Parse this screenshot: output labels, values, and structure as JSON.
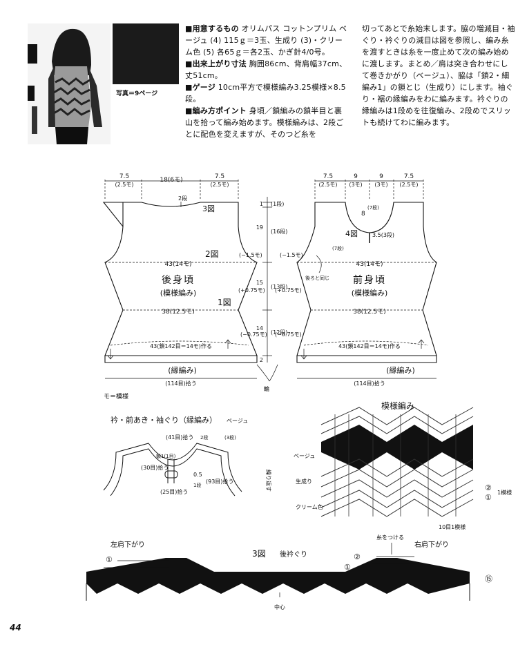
{
  "photo_caption": "写真＝9ページ",
  "text": {
    "materials_label": "■用意するもの",
    "materials_body": "オリムパス コットンプリム ベージュ (4) 115ｇ＝3玉、生成り (3)・クリーム色 (5) 各65ｇ＝各2玉、かぎ針4/0号。",
    "size_label": "■出来上がり寸法",
    "size_body": "胸囲86cm、背肩幅37cm、丈51cm。",
    "gauge_label": "■ゲージ",
    "gauge_body": "10cm平方で模様編み3.25模様×8.5段。",
    "points_label": "■編み方ポイント",
    "points_body_1": "身頃／鎖編みの鎖半目と裏山を拾って編み始めます。模様編みは、2段ごとに配色を変えますが、そのつど糸を",
    "points_body_2": "切ってあとで糸始末します。脇の増減目・袖ぐり・衿ぐりの減目は図を参照し、編み糸を渡すときは糸を一度止めて次の編み始めに渡します。まとめ／肩は突き合わせにして巻きかがり（ベージュ）、脇は「鎖2・細編み1」の鎖とじ（生成り）にします。袖ぐり・裾の縁編みをわに編みます。衿ぐりの縁編みは1段めを往復編み、2段めでスリットも続けてわに編みます。"
  },
  "back": {
    "title": "後身頃",
    "subtitle": "(模様編み)",
    "top_dims": [
      "7.5",
      "18(6モ)",
      "7.5"
    ],
    "top_mods": [
      "(2.5モ)",
      "(2.5モ)"
    ],
    "width_43": "43(14モ)",
    "width_38": "38(12.5モ)",
    "chain": "43(鎖142目＝14モ)作る",
    "pickup": "(114目)拾う",
    "border": "(縁編み)",
    "fig3": "3図",
    "fig2": "2図",
    "fig1": "1図",
    "minus15": "(−1.5モ)",
    "plus075": "(+0.75モ)",
    "minus075": "(−0.75モ)",
    "two_rows": "2段"
  },
  "front": {
    "title": "前身頃",
    "subtitle": "(模様編み)",
    "top_dims": [
      "7.5",
      "9",
      "9",
      "7.5"
    ],
    "top_mods": [
      "(2.5モ)",
      "(3モ)",
      "(3モ)",
      "(2.5モ)"
    ],
    "width_43": "43(14モ)",
    "width_38": "38(12.5モ)",
    "chain": "43(鎖142目＝14モ)作る",
    "pickup": "(114目)拾う",
    "border": "(縁編み)",
    "fig4": "4図",
    "same_as_back": "後ろと同じ",
    "minus15": "(−1.5モ)",
    "plus075": "(+0.75モ)",
    "minus075": "(−0.75モ)",
    "neck_depth": "8",
    "neck_rows": "(7段)",
    "slit": "3.5(3段)",
    "arm_rows": "(7段)"
  },
  "center_scale": {
    "v1": "1",
    "r1": "(1段)",
    "v19": "19",
    "r19": "(16段)",
    "v15": "15",
    "r15": "(13段)",
    "v14": "14",
    "r14": "(12段)",
    "v2": "2",
    "wa": "輪"
  },
  "legend_mo": "モ＝模様",
  "edging": {
    "title": "衿・前あき・袖ぐり（縁編み）",
    "color": "ベージュ",
    "pick41": "(41目)拾う",
    "slit": "鎖1(1目)",
    "pick30": "(30目)拾う",
    "pick25": "(25目)拾う",
    "pick93": "(93目)拾う",
    "d05": "0.5",
    "d1": "1段",
    "d2": "2段",
    "d3": "(3段)"
  },
  "pattern": {
    "title": "模様編み",
    "beige": "ベージュ",
    "kinari": "生成り",
    "cream": "クリーム色",
    "repeat": "繰り返す",
    "one_module": "1模様",
    "ten_st": "10目1模様",
    "marks": [
      "②",
      "①"
    ]
  },
  "fig3": {
    "title": "3図",
    "subtitle": "後衿ぐり",
    "left_shoulder": "左肩下がり",
    "right_shoulder": "右肩下がり",
    "attach": "糸をつける",
    "center": "中心",
    "marks": [
      "①",
      "②",
      "①",
      "⑮"
    ]
  },
  "page_number": "44"
}
